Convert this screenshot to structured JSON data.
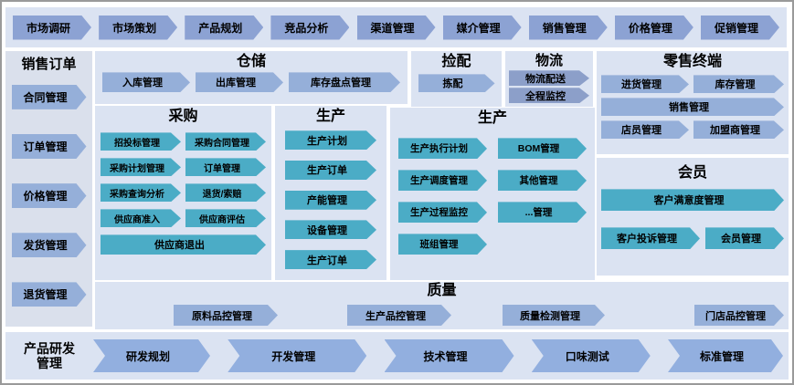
{
  "colors": {
    "panel_bg": "#dbe3f2",
    "sidebar_bg": "#dae0ec",
    "slate_arrow": "#95afd9",
    "top_arrow": "#8ca2d3",
    "logistics_arrow": "#8c9fc9",
    "bottom_arrow": "#92afdf",
    "cyan_arrow": "#4bacc6",
    "text": "#000000"
  },
  "top_row": {
    "items": [
      "市场调研",
      "市场策划",
      "产品规划",
      "竞品分析",
      "渠道管理",
      "媒介管理",
      "销售管理",
      "价格管理",
      "促销管理"
    ]
  },
  "sales_order": {
    "title": "销售订单",
    "items": [
      "合同管理",
      "订单管理",
      "价格管理",
      "发货管理",
      "退货管理"
    ]
  },
  "warehouse": {
    "title": "仓储",
    "items": [
      "入库管理",
      "出库管理",
      "库存盘点管理"
    ]
  },
  "picking": {
    "title": "捡配",
    "items": [
      "拣配"
    ]
  },
  "logistics": {
    "title": "物流",
    "items": [
      "物流配送",
      "全程监控"
    ]
  },
  "retail": {
    "title": "零售终端",
    "items": [
      "进货管理",
      "库存管理",
      "销售管理",
      "店员管理",
      "加盟商管理"
    ]
  },
  "procurement": {
    "title": "采购",
    "items": [
      "招投标管理",
      "采购合同管理",
      "采购计划管理",
      "订单管理",
      "采购查询分析",
      "退货/索赔",
      "供应商准入",
      "供应商评估",
      "供应商退出"
    ]
  },
  "production_plan": {
    "title": "生产",
    "items": [
      "生产计划",
      "生产订单",
      "产能管理",
      "设备管理",
      "生产订单"
    ]
  },
  "production_exec": {
    "title": "生产",
    "items": [
      "生产执行计划",
      "BOM管理",
      "生产调度管理",
      "其他管理",
      "生产过程监控",
      "...管理",
      "班组管理"
    ]
  },
  "membership": {
    "title": "会员",
    "items": [
      "客户满意度管理",
      "客户投诉管理",
      "会员管理"
    ]
  },
  "quality": {
    "title": "质量",
    "items": [
      "原料品控管理",
      "生产品控管理",
      "质量检测管理",
      "门店品控管理"
    ]
  },
  "rnd": {
    "title": "产品研发管理",
    "title_line1": "产品研发",
    "title_line2": "管理",
    "items": [
      "研发规划",
      "开发管理",
      "技术管理",
      "口味测试",
      "标准管理"
    ]
  }
}
